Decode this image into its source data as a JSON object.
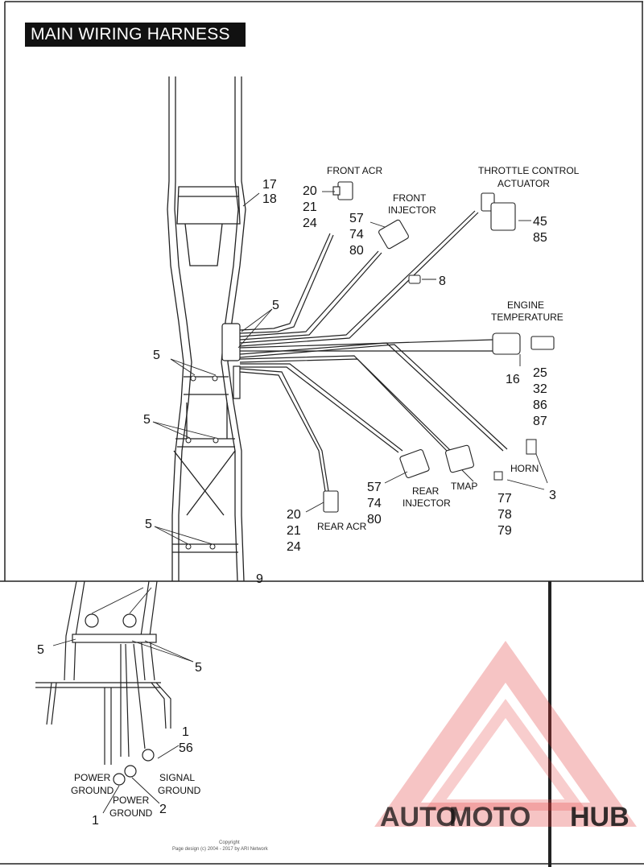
{
  "title": "MAIN WIRING HARNESS",
  "labels": {
    "front_acr": "FRONT ACR",
    "front_injector_1": "FRONT",
    "front_injector_2": "INJECTOR",
    "throttle_1": "THROTTLE CONTROL",
    "throttle_2": "ACTUATOR",
    "engine_temp_1": "ENGINE",
    "engine_temp_2": "TEMPERATURE",
    "horn": "HORN",
    "rear_injector_1": "REAR",
    "rear_injector_2": "INJECTOR",
    "tmap": "TMAP",
    "rear_acr": "REAR ACR",
    "power_ground_left_1": "POWER",
    "power_ground_left_2": "GROUND",
    "power_ground_mid_1": "POWER",
    "power_ground_mid_2": "GROUND",
    "signal_ground_1": "SIGNAL",
    "signal_ground_2": "GROUND"
  },
  "callouts": {
    "frame_17": "17",
    "frame_18": "18",
    "front_acr_20": "20",
    "front_acr_21": "21",
    "front_acr_24": "24",
    "front_inj_57": "57",
    "front_inj_74": "74",
    "front_inj_80": "80",
    "throttle_45": "45",
    "throttle_85": "85",
    "clip_8": "8",
    "harness_5": "5",
    "frame_5_a": "5",
    "frame_5_b": "5",
    "frame_5_c": "5",
    "engine_16": "16",
    "engine_25": "25",
    "engine_32": "32",
    "engine_86": "86",
    "engine_87": "87",
    "rear_inj_57": "57",
    "rear_inj_74": "74",
    "rear_inj_80": "80",
    "tmap_77": "77",
    "tmap_78": "78",
    "tmap_79": "79",
    "horn_3": "3",
    "rear_acr_20": "20",
    "rear_acr_21": "21",
    "rear_acr_24": "24",
    "ref_9": "9",
    "detail_5_left": "5",
    "detail_5_right": "5",
    "signal_1": "1",
    "signal_56": "56",
    "power_1": "1",
    "power_2": "2"
  },
  "footer": {
    "copyright": "Copyright",
    "design": "Page design (c) 2004 - 2017 by ARI Network"
  },
  "watermark": {
    "text_part1": "AUTO",
    "text_part2": "MOTO",
    "text_part3": "HUB",
    "color_red": "#e23a3a",
    "color_orange": "#f5a623",
    "color_gray": "#8a8a8a"
  }
}
